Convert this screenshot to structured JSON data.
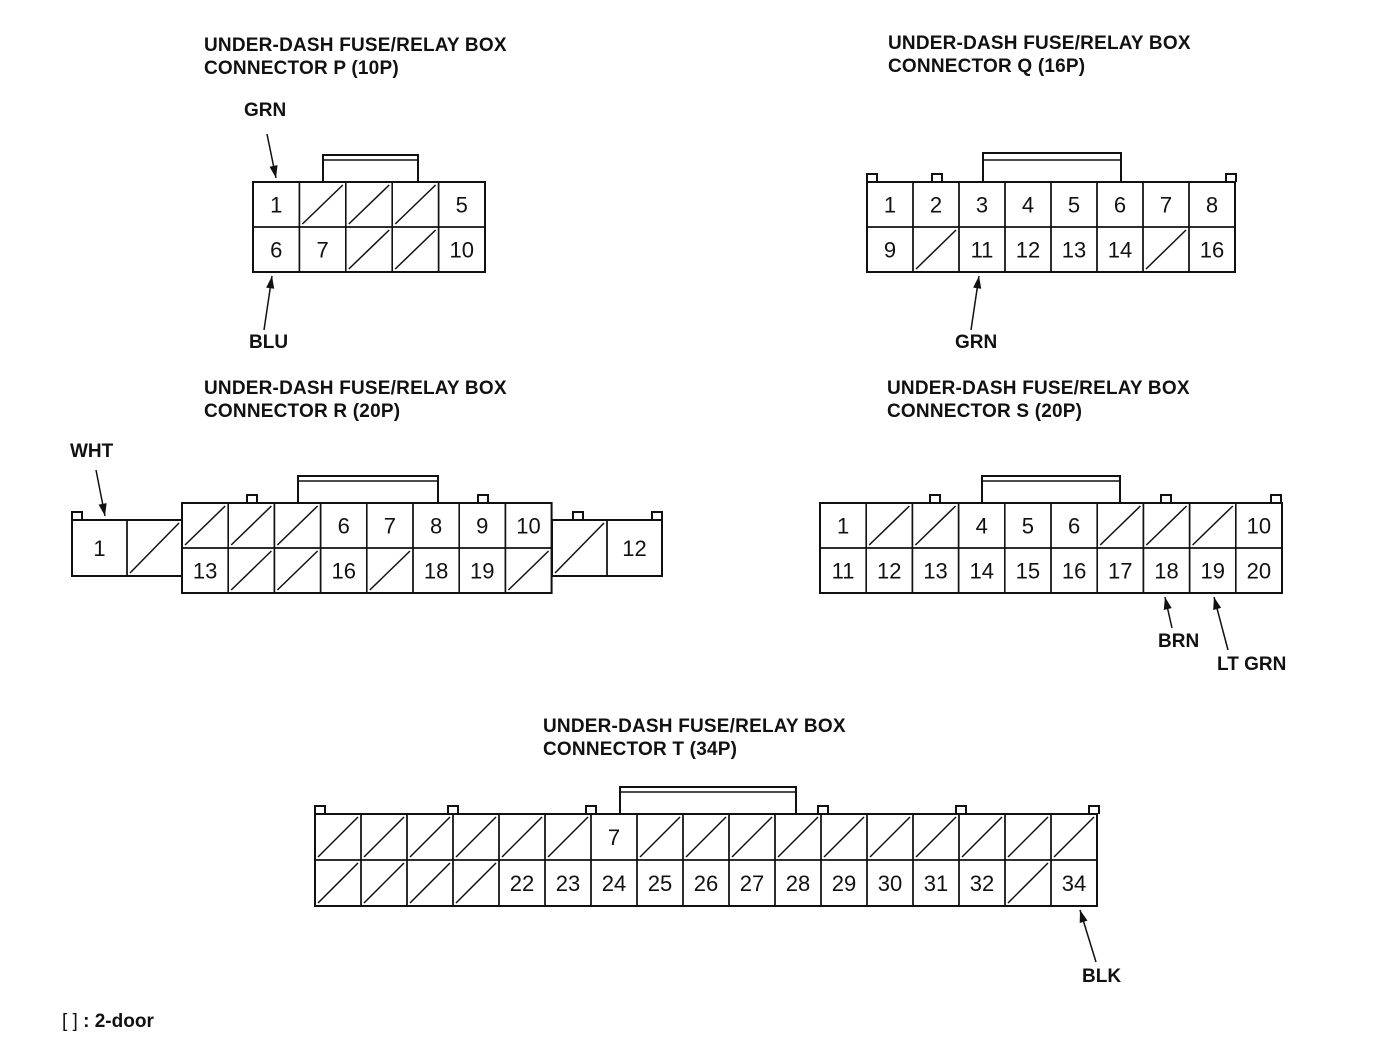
{
  "legend": {
    "symbol": "[   ]",
    "text": ": 2-door"
  },
  "connectors": [
    {
      "id": "P",
      "title_line1": "UNDER-DASH FUSE/RELAY BOX",
      "title_line2": "CONNECTOR P (10P)",
      "rows": [
        [
          "1",
          "",
          "",
          "",
          "5"
        ],
        [
          "6",
          "7",
          "",
          "",
          "10"
        ]
      ],
      "wires": [
        {
          "label": "GRN",
          "terminal": "1"
        },
        {
          "label": "BLU",
          "terminal": "6"
        }
      ]
    },
    {
      "id": "Q",
      "title_line1": "UNDER-DASH FUSE/RELAY BOX",
      "title_line2": "CONNECTOR Q (16P)",
      "rows": [
        [
          "1",
          "2",
          "3",
          "4",
          "5",
          "6",
          "7",
          "8"
        ],
        [
          "9",
          "",
          "11",
          "12",
          "13",
          "14",
          "",
          "16"
        ]
      ],
      "wires": [
        {
          "label": "GRN",
          "terminal": "11"
        }
      ]
    },
    {
      "id": "R",
      "title_line1": "UNDER-DASH FUSE/RELAY BOX",
      "title_line2": "CONNECTOR R (20P)",
      "left_block": [
        "1",
        ""
      ],
      "rows": [
        [
          "",
          "",
          "",
          "6",
          "7",
          "8",
          "9",
          "10"
        ],
        [
          "13",
          "",
          "",
          "16",
          "",
          "18",
          "19",
          ""
        ]
      ],
      "right_block": [
        "",
        "12"
      ],
      "wires": [
        {
          "label": "WHT",
          "terminal": "1"
        }
      ]
    },
    {
      "id": "S",
      "title_line1": "UNDER-DASH FUSE/RELAY BOX",
      "title_line2": "CONNECTOR S (20P)",
      "rows": [
        [
          "1",
          "",
          "",
          "4",
          "5",
          "6",
          "",
          "",
          "",
          "10"
        ],
        [
          "11",
          "12",
          "13",
          "14",
          "15",
          "16",
          "17",
          "18",
          "19",
          "20"
        ]
      ],
      "wires": [
        {
          "label": "BRN",
          "terminal": "18"
        },
        {
          "label": "LT GRN",
          "terminal": "19"
        }
      ]
    },
    {
      "id": "T",
      "title_line1": "UNDER-DASH FUSE/RELAY BOX",
      "title_line2": "CONNECTOR T (34P)",
      "rows": [
        [
          "",
          "",
          "",
          "",
          "",
          "",
          "7",
          "",
          "",
          "",
          "",
          "",
          "",
          "",
          "",
          "",
          ""
        ],
        [
          "",
          "",
          "",
          "",
          "22",
          "23",
          "24",
          "25",
          "26",
          "27",
          "28",
          "29",
          "30",
          "31",
          "32",
          "",
          "34"
        ]
      ],
      "wires": [
        {
          "label": "BLK",
          "terminal": "34"
        }
      ]
    }
  ]
}
